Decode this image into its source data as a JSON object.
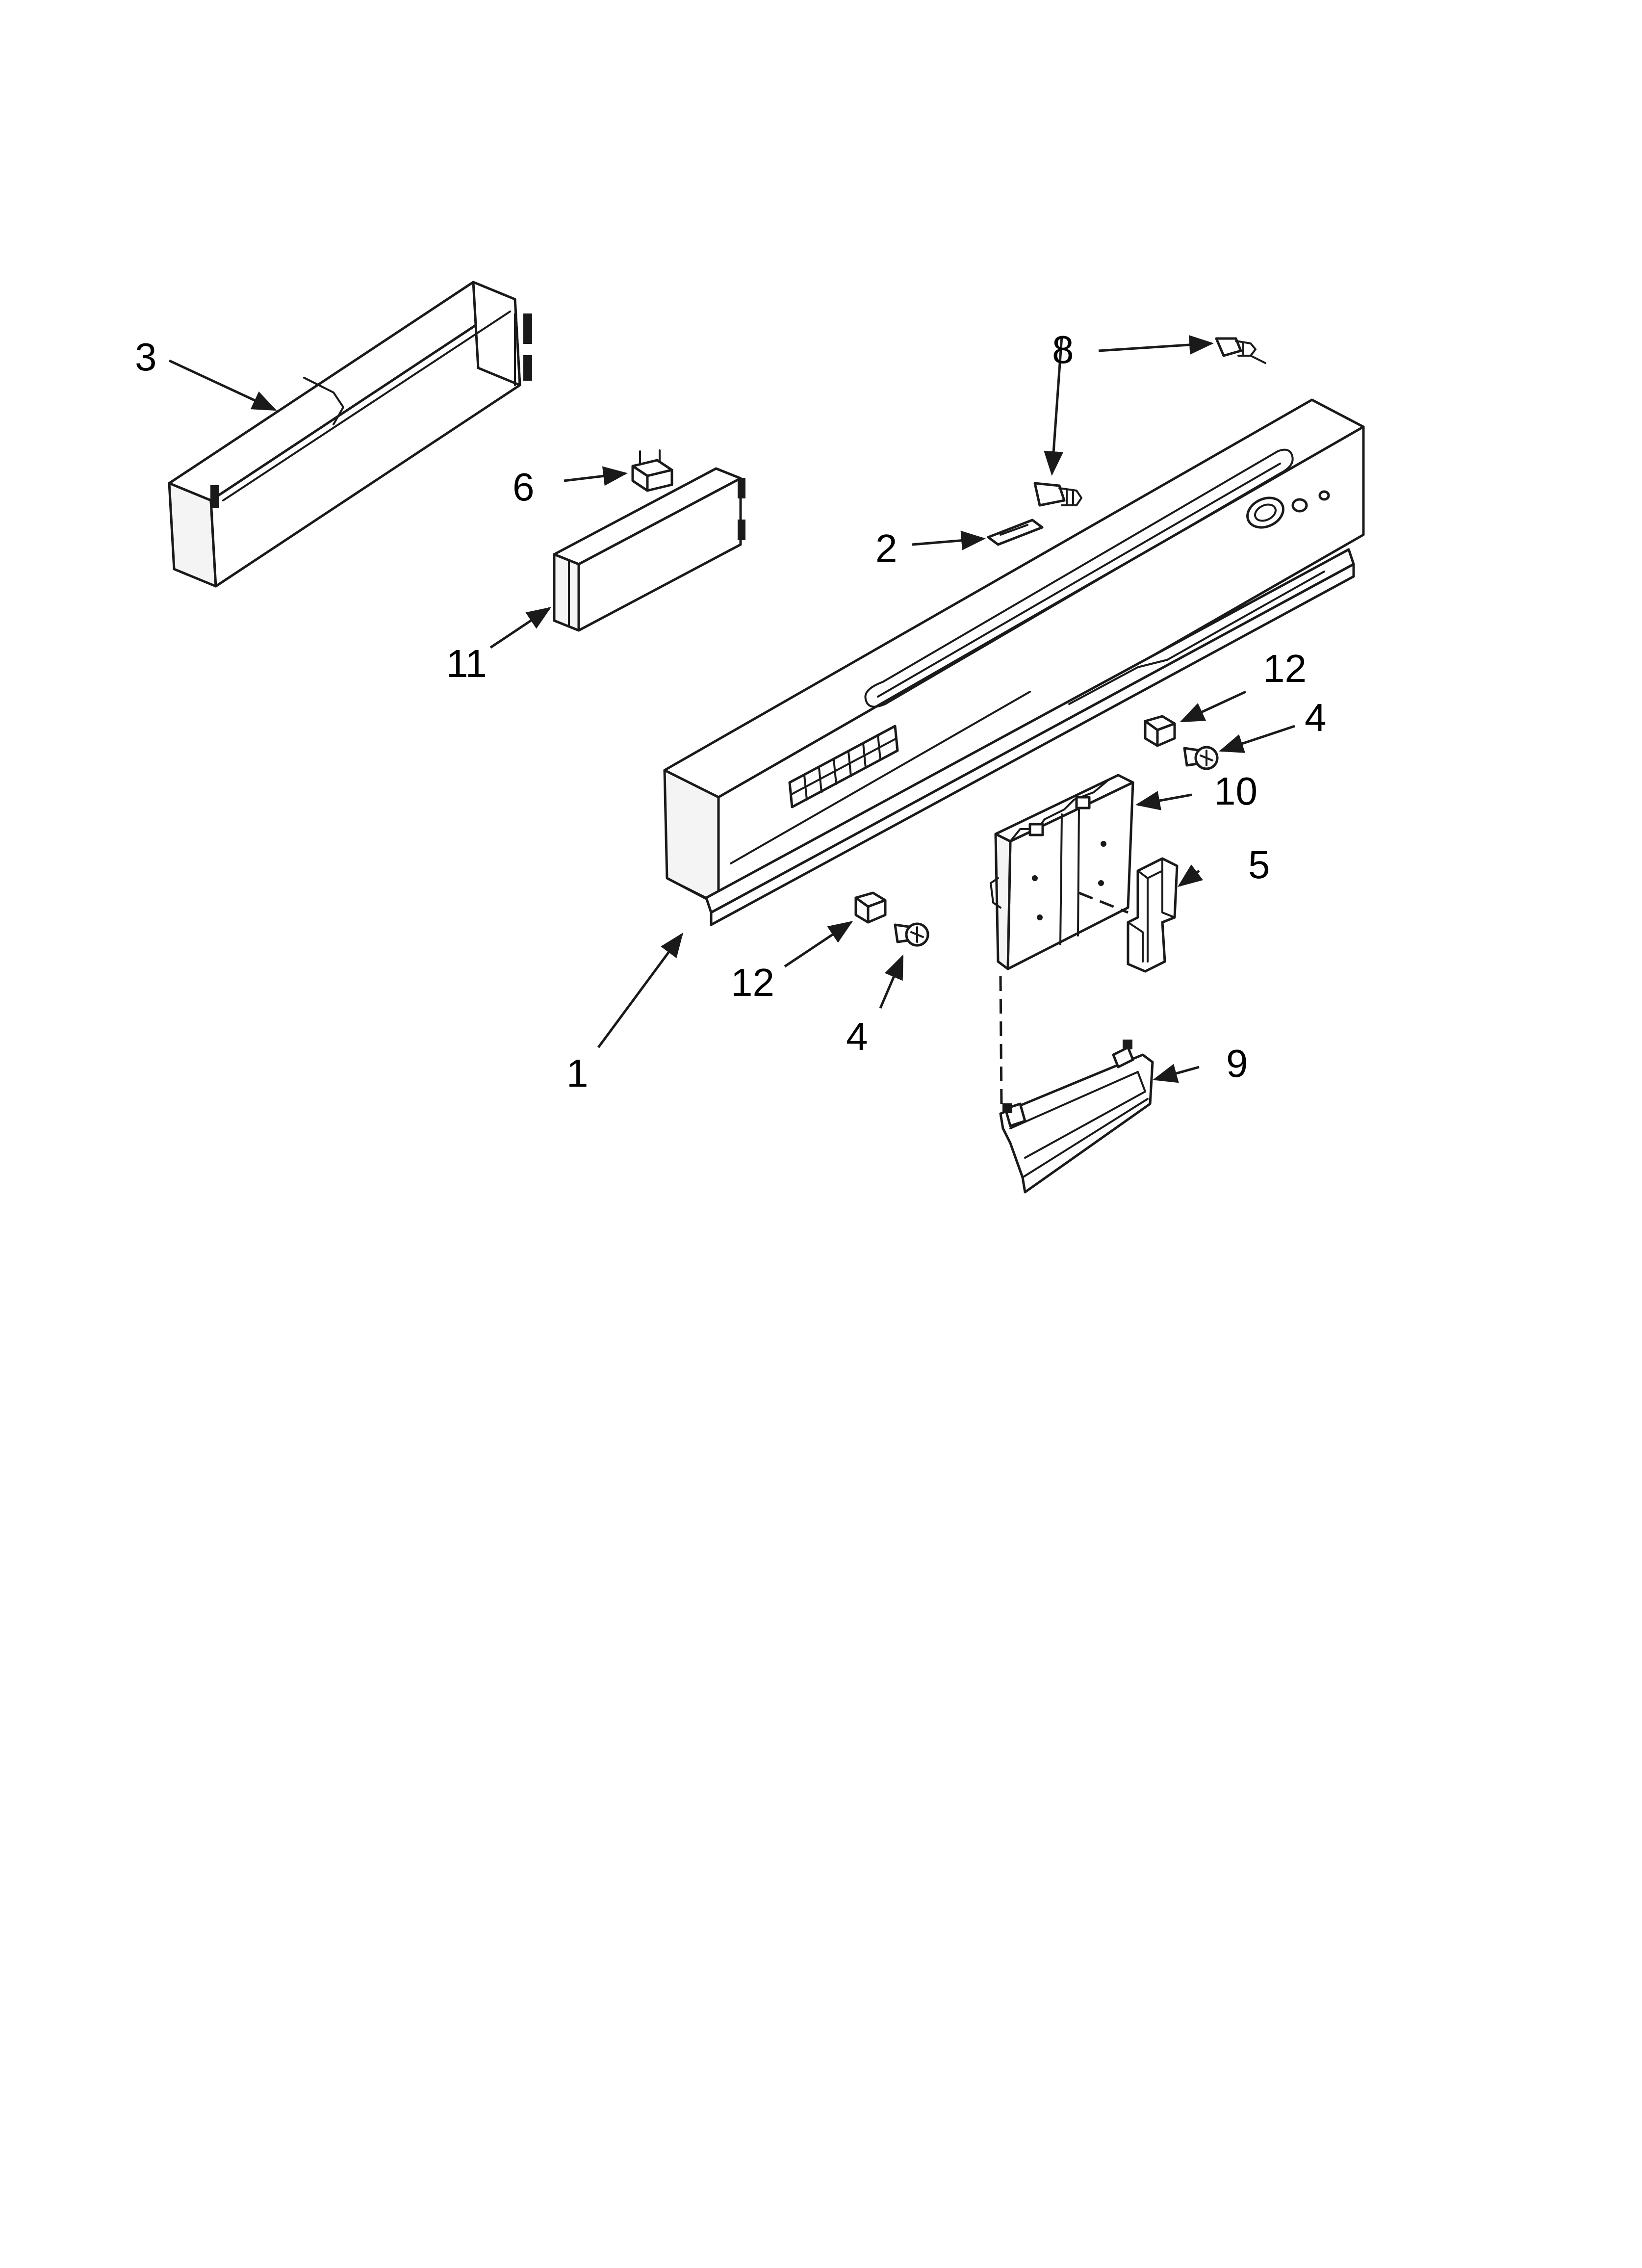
{
  "callouts": [
    {
      "id": "c1",
      "label": "1"
    },
    {
      "id": "c2",
      "label": "2"
    },
    {
      "id": "c3",
      "label": "3"
    },
    {
      "id": "c4a",
      "label": "4"
    },
    {
      "id": "c4b",
      "label": "4"
    },
    {
      "id": "c5",
      "label": "5"
    },
    {
      "id": "c6",
      "label": "6"
    },
    {
      "id": "c8",
      "label": "8"
    },
    {
      "id": "c9",
      "label": "9"
    },
    {
      "id": "c10",
      "label": "10"
    },
    {
      "id": "c11",
      "label": "11"
    },
    {
      "id": "c12a",
      "label": "12"
    },
    {
      "id": "c12b",
      "label": "12"
    }
  ],
  "colors": {
    "line": "#1a1a1a",
    "background": "#ffffff"
  }
}
